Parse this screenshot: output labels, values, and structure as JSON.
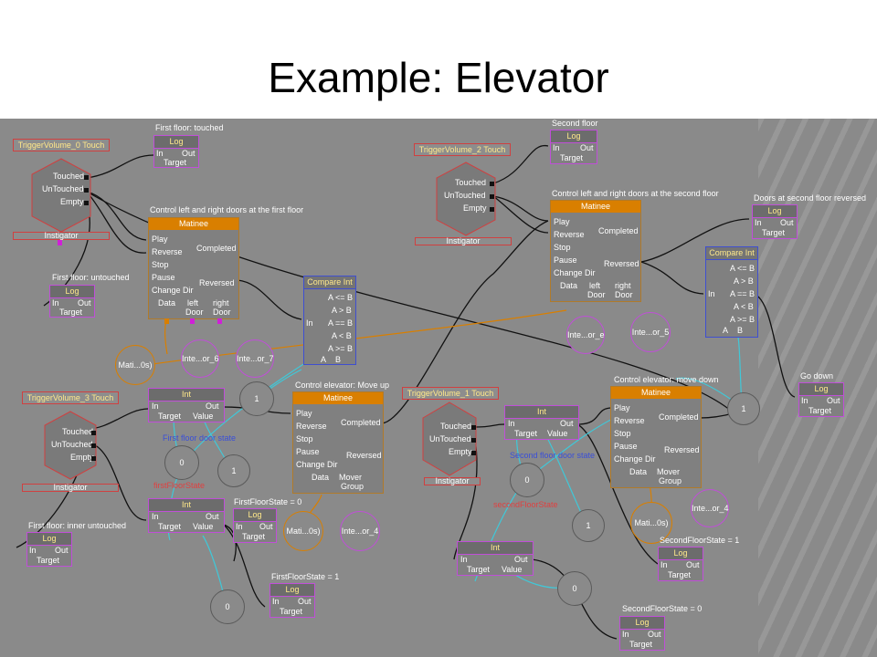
{
  "title": "Example: Elevator",
  "nodes": {
    "tv0": {
      "label": "TriggerVolume_0 Touch",
      "touched": "Touched",
      "untouched": "UnTouched",
      "empty": "Empty",
      "instigator": "Instigator"
    },
    "tv2": {
      "label": "TriggerVolume_2 Touch",
      "touched": "Touched",
      "untouched": "UnTouched",
      "empty": "Empty",
      "instigator": "Instigator"
    },
    "tv3": {
      "label": "TriggerVolume_3 Touch",
      "touched": "Touched",
      "untouched": "UnTouched",
      "empty": "Empty",
      "instigator": "Instigator"
    },
    "tv1": {
      "label": "TriggerVolume_1 Touch",
      "touched": "Touched",
      "untouched": "UnTouched",
      "empty": "Empty",
      "instigator": "Instigator"
    },
    "log_ff_touched": {
      "caption": "First floor: touched",
      "title": "Log",
      "in": "In",
      "out": "Out",
      "target": "Target"
    },
    "log_ff_untouched": {
      "caption": "First floor: untouched",
      "title": "Log",
      "in": "In",
      "out": "Out",
      "target": "Target"
    },
    "log_sf": {
      "caption": "Second floor",
      "title": "Log",
      "in": "In",
      "out": "Out",
      "target": "Target"
    },
    "log_sf_rev": {
      "caption": "Doors at second floor reversed",
      "title": "Log",
      "in": "In",
      "out": "Out",
      "target": "Target"
    },
    "log_godown": {
      "caption": "Go down",
      "title": "Log",
      "in": "In",
      "out": "Out",
      "target": "Target"
    },
    "log_ff_inner": {
      "caption": "First floor: inner untouched",
      "title": "Log",
      "in": "In",
      "out": "Out",
      "target": "Target"
    },
    "log_ffs0": {
      "caption": "FirstFloorState = 0",
      "title": "Log",
      "in": "In",
      "out": "Out",
      "target": "Target"
    },
    "log_ffs1": {
      "caption": "FirstFloorState = 1",
      "title": "Log",
      "in": "In",
      "out": "Out",
      "target": "Target"
    },
    "log_sfs1": {
      "caption": "SecondFloorState = 1",
      "title": "Log",
      "in": "In",
      "out": "Out",
      "target": "Target"
    },
    "log_sfs0": {
      "caption": "SecondFloorState = 0",
      "title": "Log",
      "in": "In",
      "out": "Out",
      "target": "Target"
    },
    "mat1": {
      "caption": "Control left and right doors at the first floor",
      "title": "Matinee",
      "play": "Play",
      "reverse": "Reverse",
      "stop": "Stop",
      "pause": "Pause",
      "change": "Change Dir",
      "completed": "Completed",
      "reversed": "Reversed",
      "data": "Data",
      "left": "left",
      "right": "right",
      "door": "Door"
    },
    "mat2": {
      "caption": "Control left and right doors at the second floor",
      "title": "Matinee",
      "play": "Play",
      "reverse": "Reverse",
      "stop": "Stop",
      "pause": "Pause",
      "change": "Change Dir",
      "completed": "Completed",
      "reversed": "Reversed",
      "data": "Data",
      "left": "left",
      "right": "right",
      "door": "Door"
    },
    "mat_up": {
      "caption": "Control elevator: Move up",
      "title": "Matinee",
      "play": "Play",
      "reverse": "Reverse",
      "stop": "Stop",
      "pause": "Pause",
      "change": "Change Dir",
      "completed": "Completed",
      "reversed": "Reversed",
      "data": "Data",
      "mover": "Mover",
      "group": "Group"
    },
    "mat_down": {
      "caption": "Control elevator: move down",
      "title": "Matinee",
      "play": "Play",
      "reverse": "Reverse",
      "stop": "Stop",
      "pause": "Pause",
      "change": "Change Dir",
      "completed": "Completed",
      "reversed": "Reversed",
      "data": "Data",
      "mover": "Mover",
      "group": "Group"
    },
    "cmp1": {
      "title": "Compare Int",
      "in": "In",
      "rows": [
        "A <= B",
        "A > B",
        "A == B",
        "A < B",
        "A >= B"
      ],
      "a": "A",
      "b": "B"
    },
    "cmp2": {
      "title": "Compare Int",
      "in": "In",
      "rows": [
        "A <= B",
        "A > B",
        "A == B",
        "A < B",
        "A >= B"
      ],
      "a": "A",
      "b": "B"
    },
    "int1": {
      "title": "Int",
      "in": "In",
      "out": "Out",
      "target": "Target",
      "value": "Value"
    },
    "int2": {
      "title": "Int",
      "in": "In",
      "out": "Out",
      "target": "Target",
      "value": "Value"
    },
    "int3": {
      "title": "Int",
      "in": "In",
      "out": "Out",
      "target": "Target",
      "value": "Value"
    },
    "int4": {
      "title": "Int",
      "in": "In",
      "out": "Out",
      "target": "Target",
      "value": "Value"
    }
  },
  "variables": {
    "mati1": "Mati...0s)",
    "inte_e1": "Inte...or_6",
    "inte_7": "Inte...or_7",
    "mati2": "Mati...0s)",
    "inte_4a": "Inte...or_4",
    "inte_e2": "Inte...or_e",
    "inte_5": "Inte...or_5",
    "mati3": "Mati...0s)",
    "inte_4b": "Inte...or_4",
    "one": "1",
    "zero": "0"
  },
  "labels": {
    "first_floor_door_state": "First floor door state",
    "first_floor_state": "firstFloorState",
    "second_floor_door_state": "Second floor door state",
    "second_floor_state": "secondFloorState"
  },
  "colors": {
    "canvas": "#8a8a8a",
    "matinee_header": "#d97f00",
    "variable_link": "#40c8d8",
    "event_link": "#111111",
    "orange_link": "#d97f00"
  }
}
